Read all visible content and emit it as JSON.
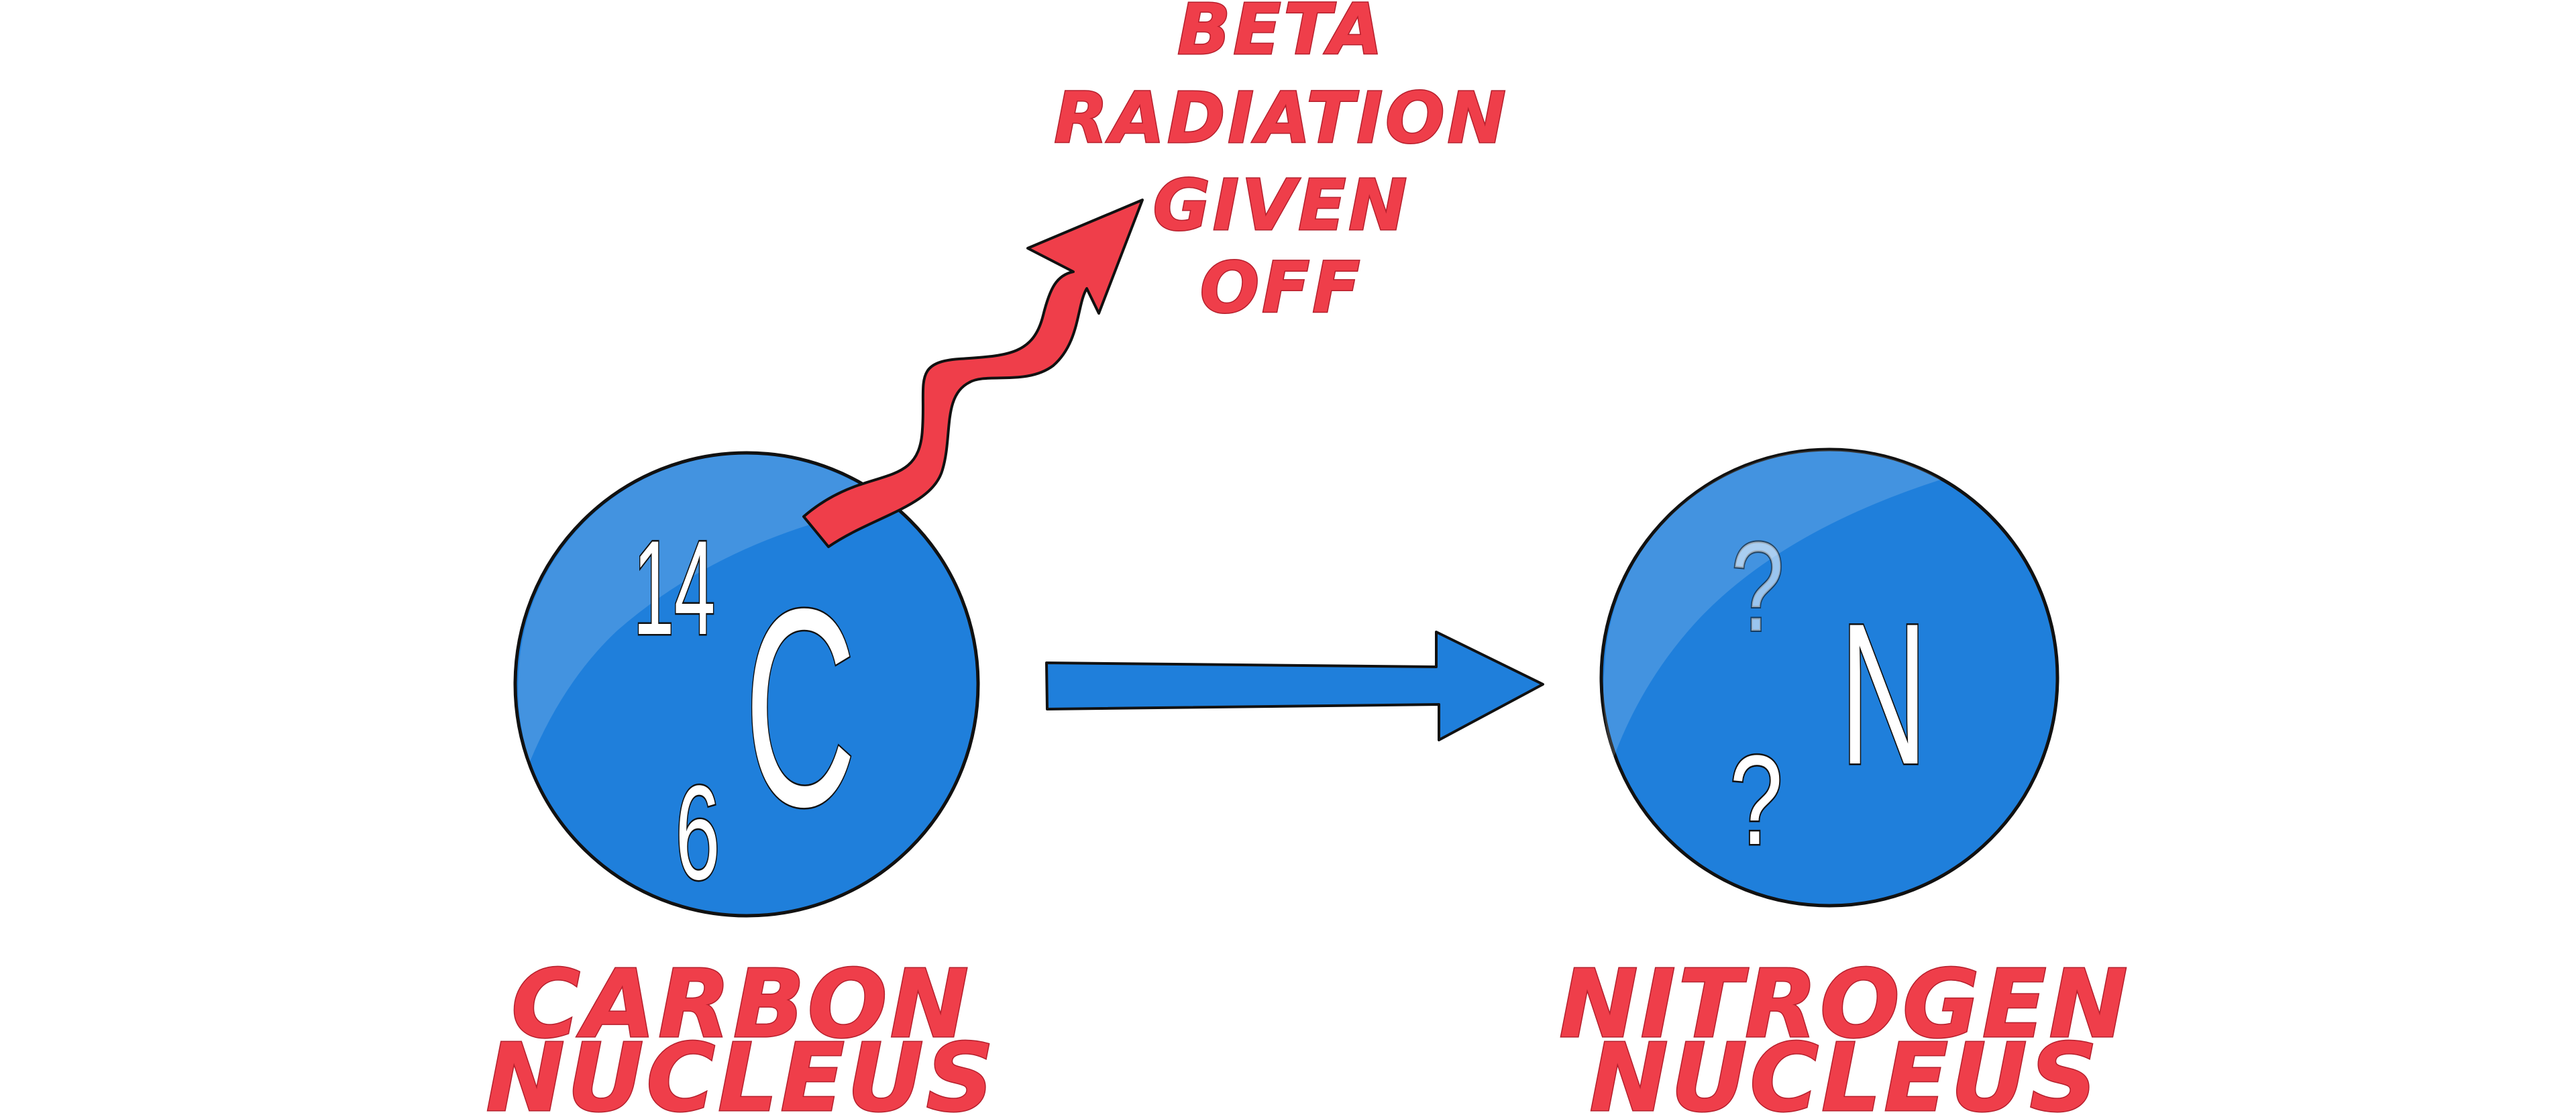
{
  "colors": {
    "nucleus_fill": "#1f7fdb",
    "nucleus_highlight": "#4a9fe8",
    "reaction_arrow": "#1f7fdb",
    "radiation_arrow": "#ef3e4a",
    "caption_text": "#ef3e4a",
    "outline": "#111111"
  },
  "radiation_label": {
    "line1": "BETA",
    "line2": "RADIATION",
    "line3": "GIVEN",
    "line4": "OFF"
  },
  "carbon": {
    "mass_number": "14",
    "atomic_number": "6",
    "symbol": "C",
    "caption_line1": "CARBON",
    "caption_line2": "NUCLEUS"
  },
  "nitrogen": {
    "mass_number": "?",
    "atomic_number": "?",
    "symbol": "N",
    "caption_line1": "NITROGEN",
    "caption_line2": "NUCLEUS"
  }
}
